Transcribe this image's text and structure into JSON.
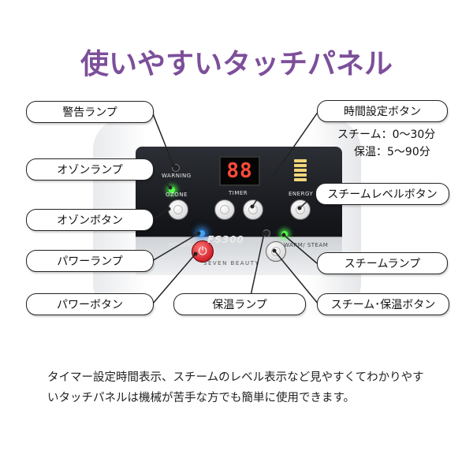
{
  "title": "使いやすいタッチパネル",
  "device": {
    "display_value": "88",
    "labels": {
      "warning": "WARNING",
      "ozone": "OZONE",
      "timer": "TIMER",
      "energy": "ENERGY",
      "power": "POWER",
      "warm_steam": "WARM/ STEAM",
      "model": "FS300",
      "maker": "SEVEN BEAUTY"
    },
    "led_colors": {
      "ozone_lamp": "#52ff4a",
      "power_lamp": "#3aa6ff",
      "steam_lamp": "#52ff4a"
    },
    "power_button_color": "#d21f2a"
  },
  "callouts": {
    "warning_lamp": "警告ランプ",
    "ozone_lamp": "オゾンランプ",
    "ozone_button": "オゾンボタン",
    "power_lamp": "パワーランプ",
    "power_button": "パワーボタン",
    "timer_button": "時間設定ボタン",
    "steam_level_button": "スチームレベルボタン",
    "steam_lamp": "スチームランプ",
    "warm_lamp": "保温ランプ",
    "steam_warm_button": "スチーム･保温ボタン"
  },
  "timer_info": {
    "steam": "スチーム：0〜30分",
    "warm": "保温：5〜90分"
  },
  "description": "タイマー設定時間表示、スチームのレベル表示など見やすくてわかりやすいタッチパネルは機械が苦手な方でも簡単に使用できます。",
  "colors": {
    "title": "#7d4f9a"
  }
}
